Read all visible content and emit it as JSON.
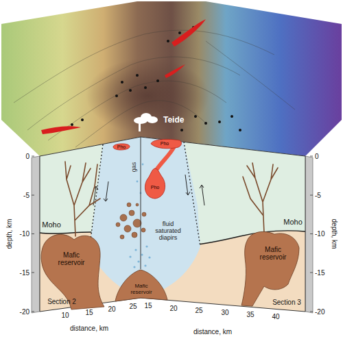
{
  "diagram": {
    "nodes": [
      {
        "text": [
          "Pho"
        ]
      },
      {
        "text": [
          "Pho"
        ]
      },
      {
        "text": [
          "Pho"
        ]
      },
      {
        "text": [
          "Mafic reservoir"
        ]
      },
      {
        "text": [
          "Mafic reservoir"
        ]
      },
      {
        "text": [
          "Mafic reservoir"
        ]
      }
    ],
    "labels": [
      "Teide",
      "gas",
      "fluid saturated diapirs",
      "Moho",
      "Moho",
      "Section 2",
      "Section 3",
      "depth, km",
      "0",
      "-5",
      "-10",
      "-15",
      "-20",
      "depth, km",
      "0",
      "-5",
      "-10",
      "-15",
      "-20",
      "10",
      "15",
      "20",
      "25",
      "distance, km",
      "15",
      "20",
      "25",
      "30",
      "35",
      "40",
      "distance, km"
    ]
  }
}
